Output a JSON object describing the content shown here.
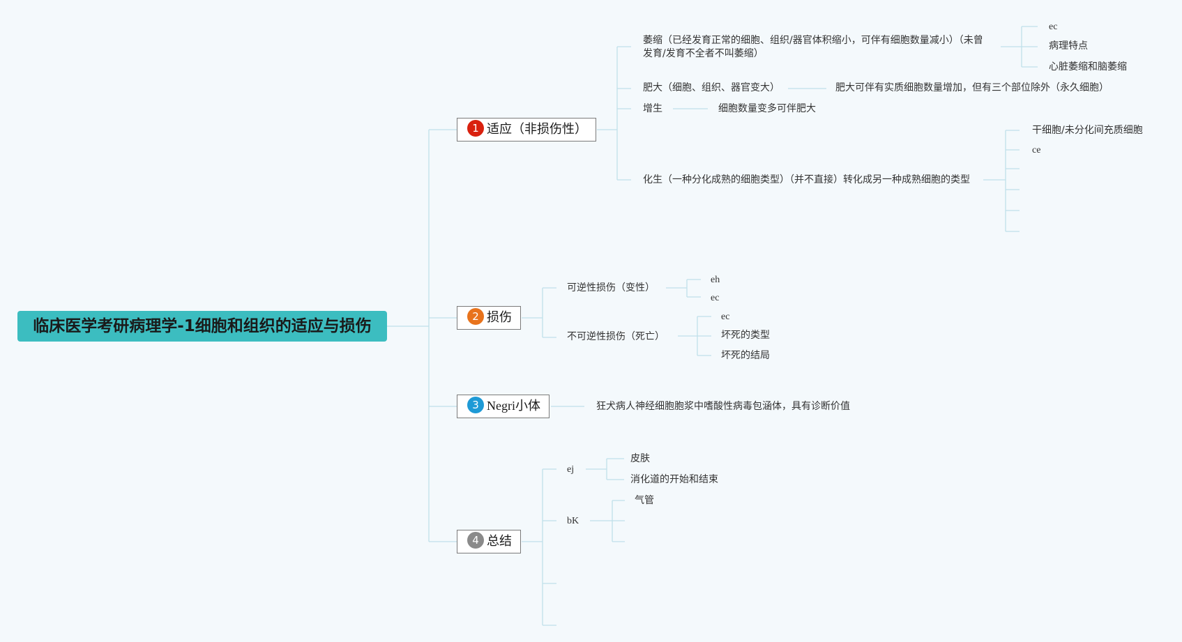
{
  "root": {
    "label": "临床医学考研病理学-1细胞和组织的适应与损伤"
  },
  "colors": {
    "root": "#3cbdc0",
    "line": "#bfe0ea",
    "badge1": "#d9210f",
    "badge2": "#e8731c",
    "badge3": "#1e9ad6",
    "badge4": "#8a8a8a"
  },
  "branches": [
    {
      "number": "1",
      "label": "适应（非损伤性）",
      "children": [
        {
          "label": "萎缩（已经发育正常的细胞、组织/器官体积缩小，可伴有细胞数量减小）（未曾发育/发育不全者不叫萎缩）",
          "children": [
            "ec",
            "病理特点",
            "心脏萎缩和脑萎缩"
          ]
        },
        {
          "label": "肥大（细胞、组织、器官变大）",
          "children": [
            "肥大可伴有实质细胞数量增加，但有三个部位除外（永久细胞）"
          ]
        },
        {
          "label": "增生",
          "children": [
            "细胞数量变多可伴肥大"
          ]
        },
        {
          "label": "化生（一种分化成熟的细胞类型）（并不直接）转化成另一种成熟细胞的类型",
          "children": [
            "干细胞/未分化间充质细胞",
            "ce"
          ]
        }
      ]
    },
    {
      "number": "2",
      "label": "损伤",
      "children": [
        {
          "label": "可逆性损伤（变性）",
          "children": [
            "eh",
            "ec"
          ]
        },
        {
          "label": "不可逆性损伤（死亡）",
          "children": [
            "ec",
            "坏死的类型",
            "坏死的结局"
          ]
        }
      ]
    },
    {
      "number": "3",
      "label": "Negri小体",
      "children": [
        {
          "label": "狂犬病人神经细胞胞浆中嗜酸性病毒包涵体，具有诊断价值"
        }
      ]
    },
    {
      "number": "4",
      "label": "总结",
      "children": [
        {
          "label": "ej",
          "children": [
            "皮肤",
            "消化道的开始和结束"
          ]
        },
        {
          "label": "bK",
          "children": [
            "气管"
          ]
        }
      ]
    }
  ]
}
